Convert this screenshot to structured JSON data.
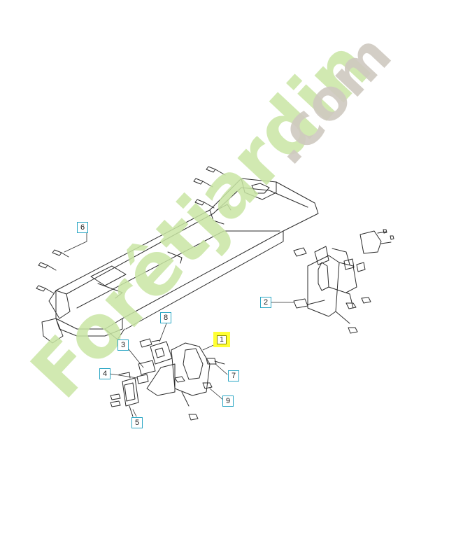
{
  "diagram": {
    "callouts": [
      {
        "id": "1",
        "label": "1",
        "highlighted": true
      },
      {
        "id": "2",
        "label": "2",
        "highlighted": false
      },
      {
        "id": "3",
        "label": "3",
        "highlighted": false
      },
      {
        "id": "4",
        "label": "4",
        "highlighted": false
      },
      {
        "id": "5",
        "label": "5",
        "highlighted": false
      },
      {
        "id": "6",
        "label": "6",
        "highlighted": false
      },
      {
        "id": "7",
        "label": "7",
        "highlighted": false
      },
      {
        "id": "8",
        "label": "8",
        "highlighted": false
      },
      {
        "id": "9",
        "label": "9",
        "highlighted": false
      }
    ],
    "colors": {
      "line": "#2b2b2b",
      "callout_border": "#2aa6c4",
      "highlight": "#ffff33",
      "watermark_green": "#c9e6a4",
      "watermark_orange": "#f6c28a",
      "watermark_gray": "#cfc9c0"
    }
  },
  "watermark": {
    "text_main": "Forêtjardin",
    "text_suffix": ".com"
  }
}
